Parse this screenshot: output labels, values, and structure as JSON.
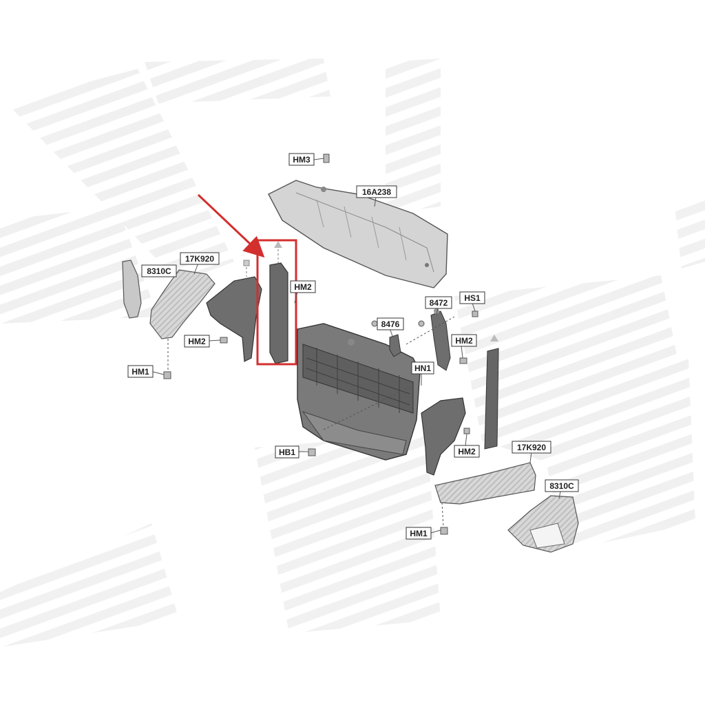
{
  "diagram": {
    "callouts": {
      "hm3": "HM3",
      "p16a238": "16A238",
      "p17k920_left": "17K920",
      "p8310c_left": "8310C",
      "hm2_a": "HM2",
      "hm2_b": "HM2",
      "hm1_left": "HM1",
      "p8472": "8472",
      "hs1": "HS1",
      "p8476": "8476",
      "hm2_c": "HM2",
      "hn1": "HN1",
      "hm2_d": "HM2",
      "hb1": "HB1",
      "p17k920_right": "17K920",
      "p8310c_right": "8310C",
      "hm1_right": "HM1"
    },
    "highlight_color": "#d32f2f",
    "part_fill": "#cfcfcf",
    "part_dark": "#9e9e9e",
    "stroke_color": "#444444",
    "watermark_color": "#eeeeee"
  }
}
